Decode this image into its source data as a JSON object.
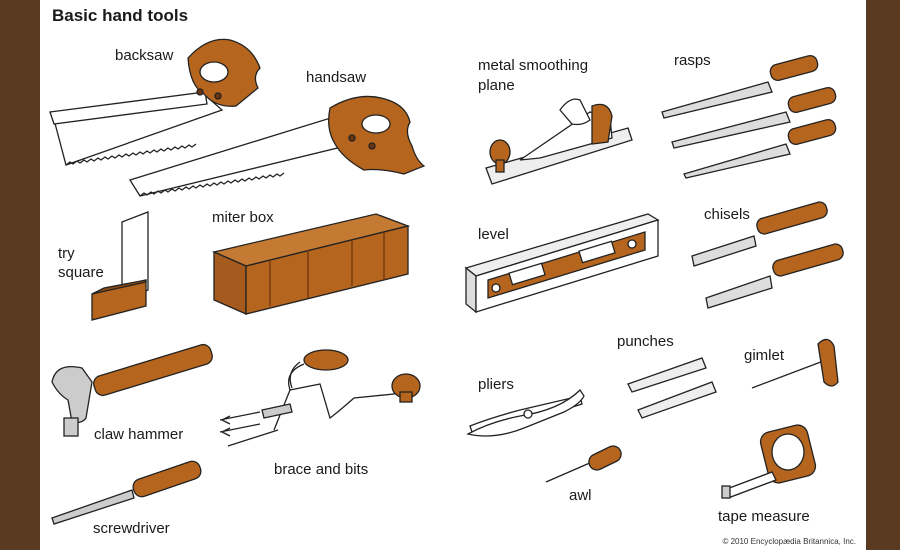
{
  "title": "Basic hand tools",
  "labels": {
    "backsaw": "backsaw",
    "handsaw": "handsaw",
    "metal_smoothing_plane_1": "metal smoothing",
    "metal_smoothing_plane_2": "plane",
    "rasps": "rasps",
    "try_square_1": "try",
    "try_square_2": "square",
    "miter_box": "miter box",
    "level": "level",
    "chisels": "chisels",
    "punches": "punches",
    "gimlet": "gimlet",
    "pliers": "pliers",
    "claw_hammer": "claw hammer",
    "brace_and_bits": "brace and bits",
    "awl": "awl",
    "screwdriver": "screwdriver",
    "tape_measure": "tape measure"
  },
  "copyright": "© 2010 Encyclopædia Britannica, Inc.",
  "colors": {
    "frame": "#5b3a22",
    "wood": "#b5651d",
    "wood_dark": "#6b3510",
    "line": "#222222"
  }
}
